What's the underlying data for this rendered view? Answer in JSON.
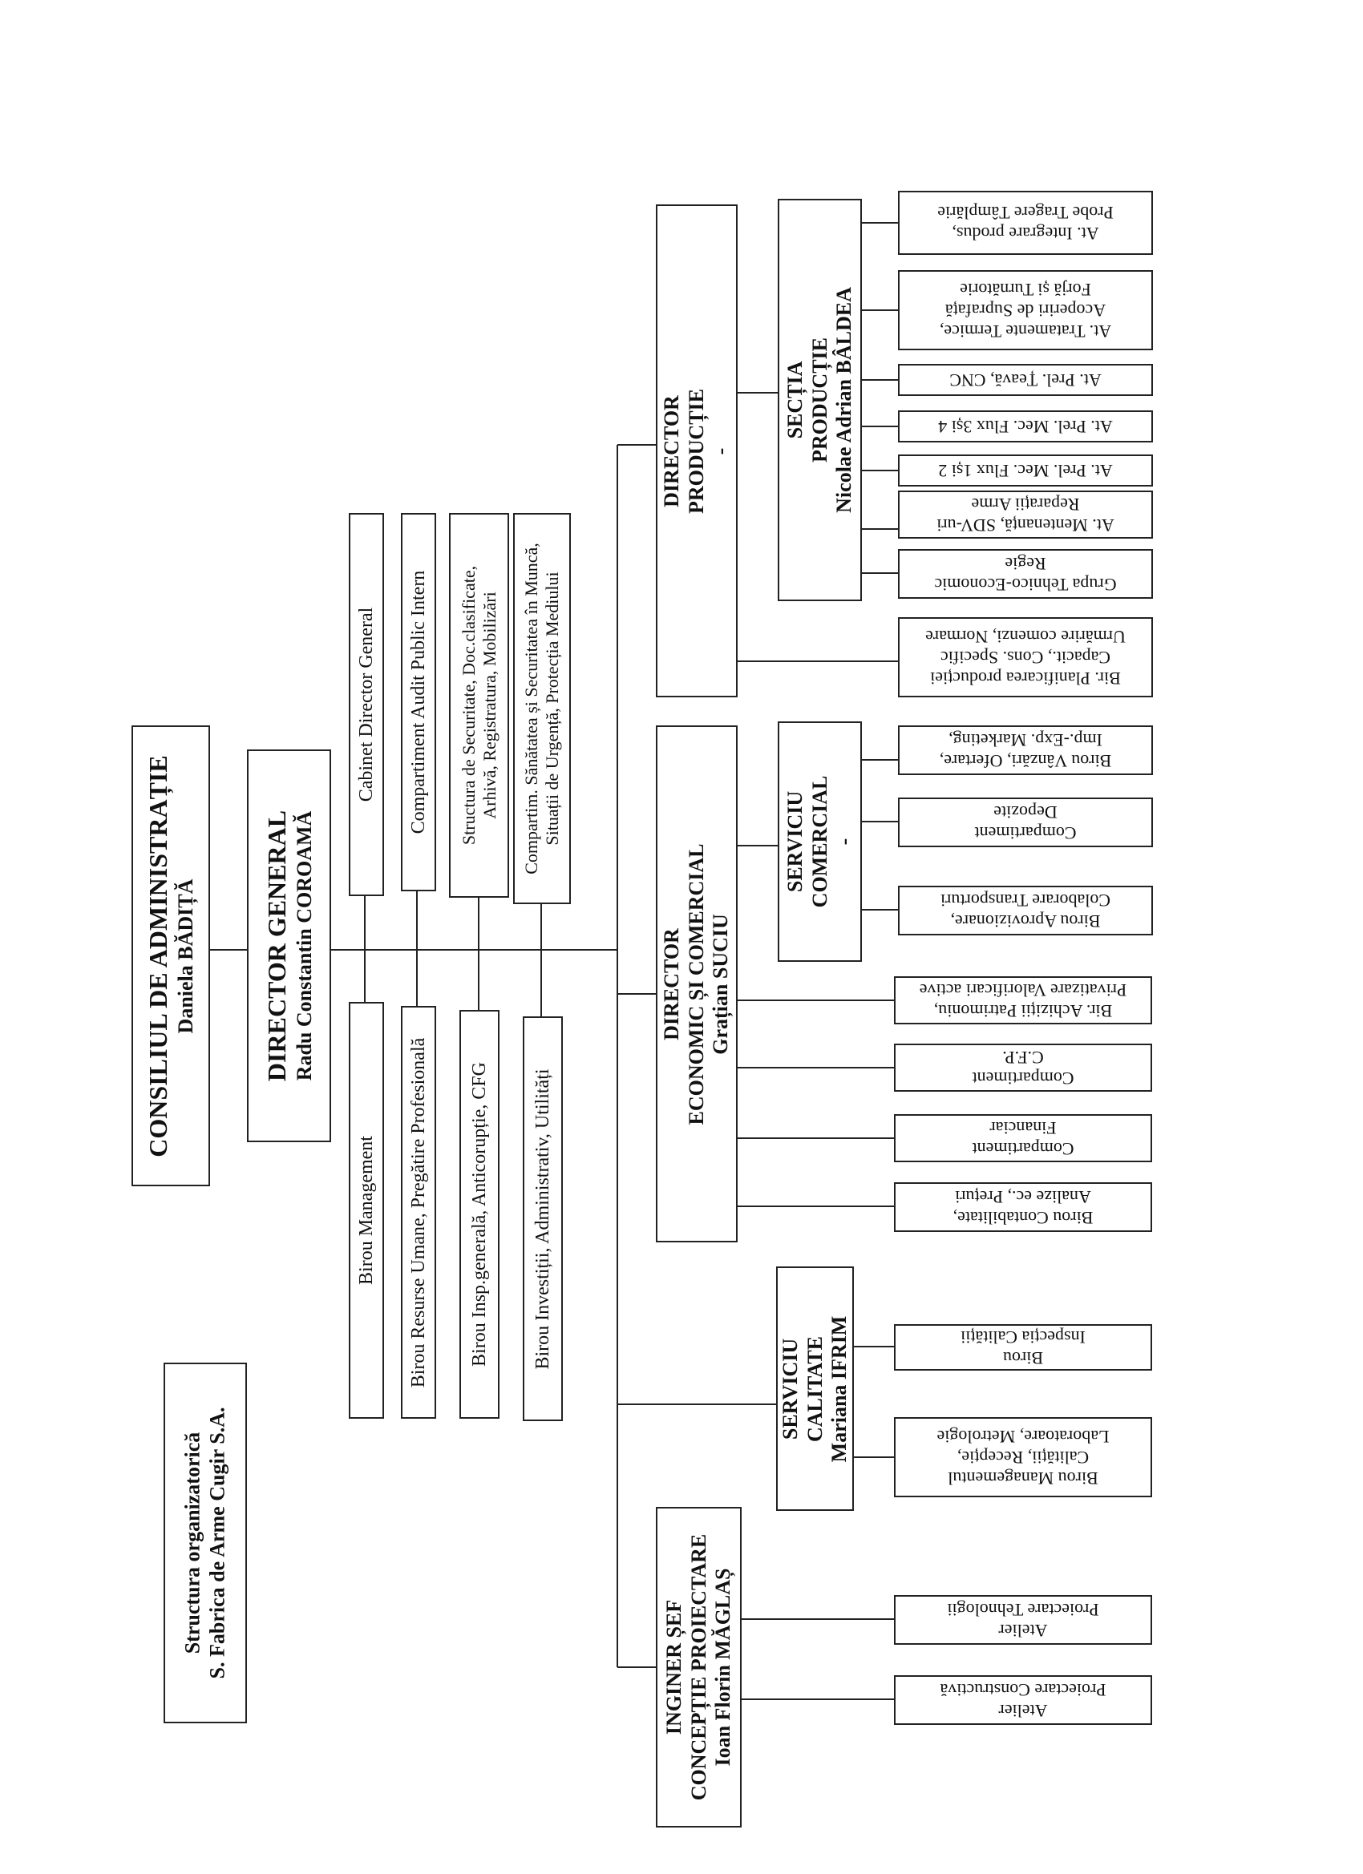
{
  "title_box": {
    "line1": "Structura organizatorică",
    "line2": "S. Fabrica de Arme Cugir  S.A."
  },
  "consiliu": {
    "name": "CONSILIUL DE ADMINISTRAȚIE",
    "person": "Daniela  BĂDIȚĂ"
  },
  "director_general": {
    "name": "DIRECTOR GENERAL",
    "person": "Radu Constantin COROAMĂ"
  },
  "dg_units_left": [
    "Birou Management",
    "Birou Resurse Umane, Pregătire Profesională",
    "Birou Insp.generală, Anticorupție, CFG",
    "Birou Investiții, Administrativ, Utilități"
  ],
  "dg_units_right": [
    "Cabinet Director General",
    "Compartiment Audit Public Intern",
    {
      "l1": "Structura de Securitate, Doc.clasificate,",
      "l2": "Arhivă, Registratura, Mobilizări"
    },
    {
      "l1": "Compartim. Sănătatea și Securitatea în Muncă,",
      "l2": "Situații de Urgență, Protecția Mediului"
    }
  ],
  "inginer_sef": {
    "l1": "INGINER ȘEF",
    "l2": "CONCEPȚIE PROIECTARE",
    "l3": "Ioan Florin MĂGLAȘ"
  },
  "serviciu_calitate": {
    "l1": "SERVICIU",
    "l2": "CALITATE",
    "l3": "Mariana  IFRIM"
  },
  "director_economic": {
    "l1": "DIRECTOR",
    "l2": "ECONOMIC ȘI COMERCIAL",
    "l3": "Grațian SUCIU"
  },
  "serviciu_comercial": {
    "l1": "SERVICIU",
    "l2": "COMERCIAL",
    "l3": "-"
  },
  "director_productie": {
    "l1": "DIRECTOR",
    "l2": "PRODUCȚIE",
    "l3": "-"
  },
  "sectia_productie": {
    "l1": "SECȚIA",
    "l2": "PRODUCȚIE",
    "l3": "Nicolae Adrian BÂLDEA"
  },
  "boxes": {
    "atelier_constructiva": {
      "l1": "Atelier",
      "l2": "Proiectare Constructivă"
    },
    "atelier_tehnologii": {
      "l1": "Atelier",
      "l2": "Proiectare Tehnologii"
    },
    "birou_mgmt_calitatii": {
      "l1": "Birou Managementul",
      "l2": "Calității, Recepție,",
      "l3": "Laboratoare, Metrologie"
    },
    "birou_inspectia": {
      "l1": "Birou",
      "l2": "Inspecția Calității"
    },
    "birou_contabilitate": {
      "l1": "Birou Contabilitate,",
      "l2": "Analize ec., Prețuri"
    },
    "comp_financiar": {
      "l1": "Compartiment",
      "l2": "Financiar"
    },
    "comp_cfp": {
      "l1": "Compartiment",
      "l2": "C.F.P."
    },
    "bir_achizitii": {
      "l1": "Bir. Achiziții Patrimoniu,",
      "l2": "Privatizare Valorificari active"
    },
    "birou_aprovizionare": {
      "l1": "Birou Aprovizionare,",
      "l2": "Colaborare Transporturi"
    },
    "comp_depozite": {
      "l1": "Compartiment",
      "l2": "Depozite"
    },
    "birou_vanzari": {
      "l1": "Birou Vânzări, Ofertare,",
      "l2": "Imp.-Exp. Marketing,"
    },
    "bir_planificare": {
      "l1": "Bir. Planificarea producției",
      "l2": "Capacit., Cons. Specific",
      "l3": "Urmărire comenzi, Normare"
    },
    "grupa_tehnico": {
      "l1": "Grupa Tehnico-Economic",
      "l2": "Regie"
    },
    "at_mentenanta": {
      "l1": "At. Mentenanță, SDV-uri",
      "l2": "Reparații Arme"
    },
    "at_flux12": {
      "l1": "At. Prel. Mec. Flux 1și 2"
    },
    "at_flux34": {
      "l1": "At. Prel. Mec. Flux 3și 4"
    },
    "at_teava": {
      "l1": "At. Prel. Țeavă, CNC"
    },
    "at_tratamente": {
      "l1": "At. Tratamente Termice,",
      "l2": "Acoperiri de Suprafață",
      "l3": "Forjă și Turnătorie"
    },
    "at_integrare": {
      "l1": "At. Integrare produs,",
      "l2": "Probe Tragere Tâmplărie"
    }
  }
}
